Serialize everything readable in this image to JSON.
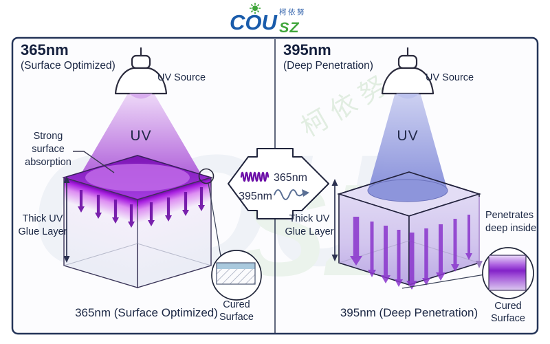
{
  "logo": {
    "brand_main": "COU",
    "brand_sub": "SZ",
    "brand_cn": "柯依努"
  },
  "watermark": {
    "cn": "柯依努",
    "latin_main": "COU",
    "latin_sub": "SZ"
  },
  "left_panel": {
    "title": "365nm",
    "subtitle": "(Surface Optimized)",
    "uv_source": "UV Source",
    "beam": "UV",
    "absorption_lines": [
      "Strong",
      "surface",
      "absorption"
    ],
    "glue_lines": [
      "Thick UV",
      "Glue Layer"
    ],
    "callout_lines": [
      "Cured",
      "Surface"
    ],
    "caption": "365nm (Surface Optimized)"
  },
  "center": {
    "wavelength_short": "365nm",
    "wavelength_long": "395nm"
  },
  "right_panel": {
    "title": "395nm",
    "subtitle": "(Deep Penetration)",
    "uv_source": "UV Source",
    "beam": "UV",
    "penetration_lines": [
      "Penetrates",
      "deep inside"
    ],
    "glue_lines": [
      "Thick UV",
      "Glue Layer"
    ],
    "callout_lines": [
      "Cured",
      "Surface"
    ],
    "caption": "395nm (Deep Penetration)"
  },
  "colors": {
    "accent_purple": "#8a2fc9",
    "accent_blue_violet": "#8890dc",
    "brand_blue": "#1a5cab",
    "brand_green": "#3fa53a",
    "outline_navy": "#243458"
  }
}
